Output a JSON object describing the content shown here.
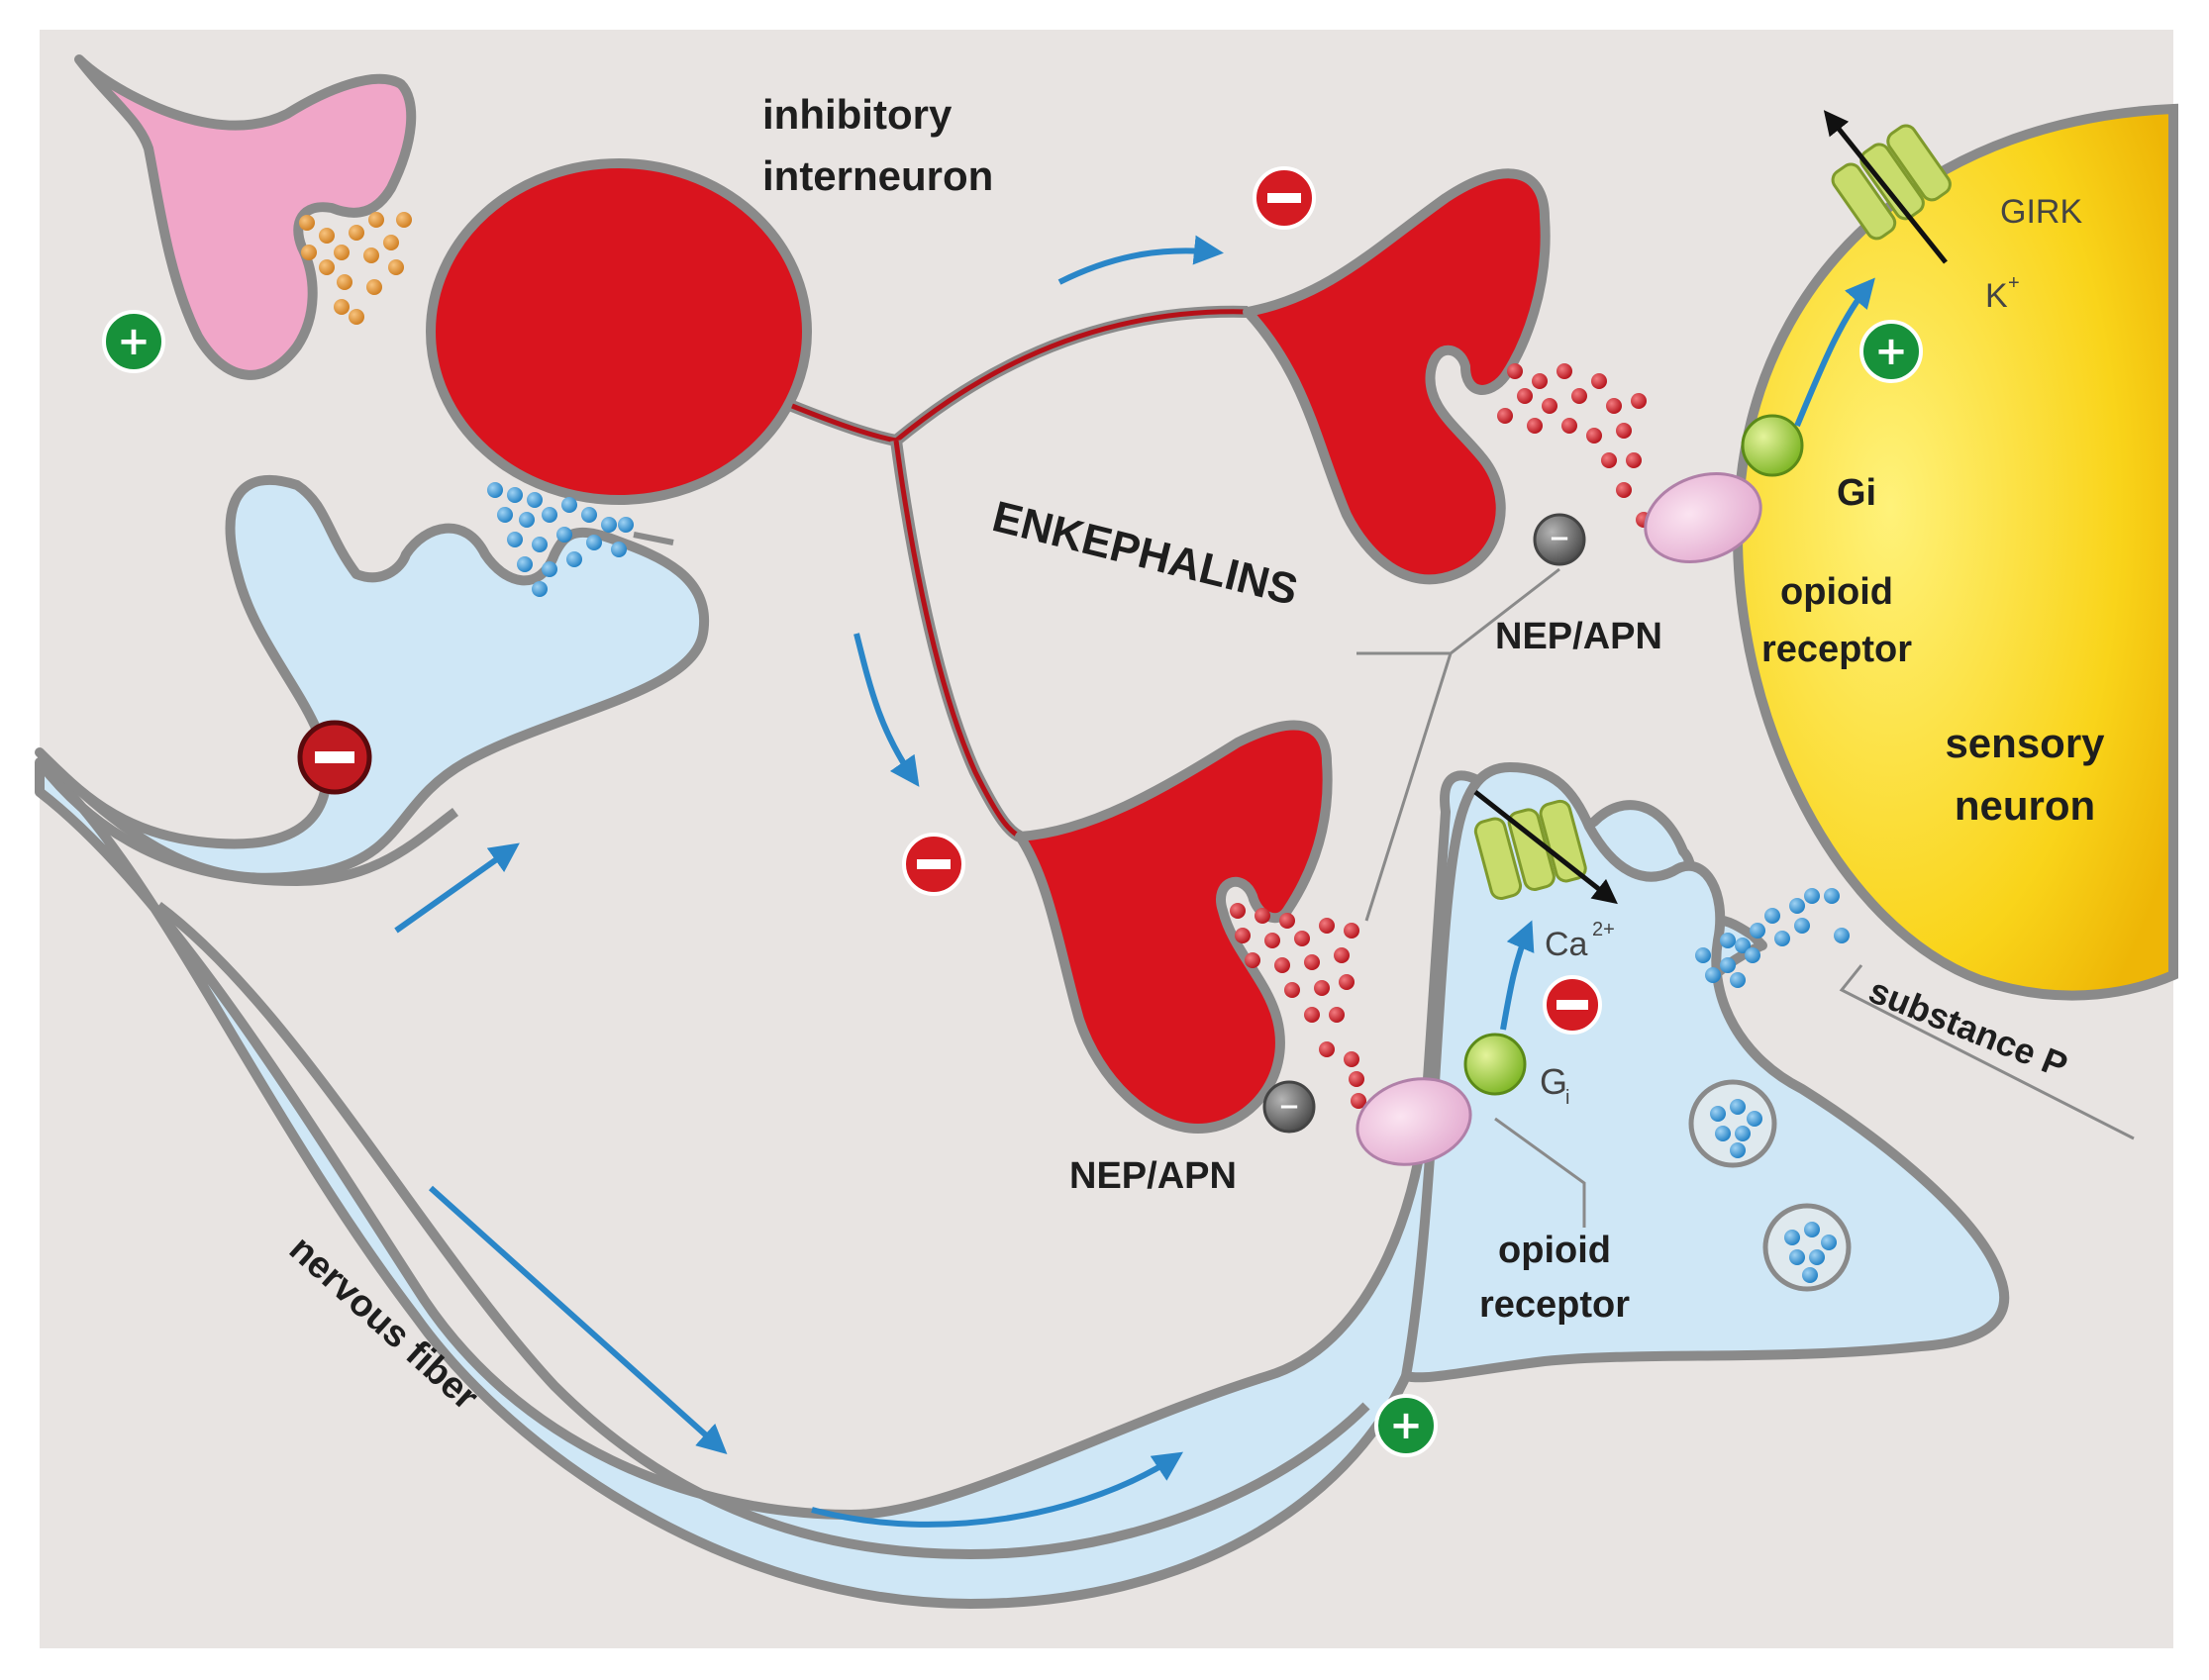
{
  "labels": {
    "inhibitory_line1": "inhibitory",
    "inhibitory_line2": "interneuron",
    "enkephalins": "ENKEPHALINS",
    "nep_apn_top": "NEP/APN",
    "nep_apn_bottom": "NEP/APN",
    "opioid_receptor_top_1": "opioid",
    "opioid_receptor_top_2": "receptor",
    "opioid_receptor_bottom_1": "opioid",
    "opioid_receptor_bottom_2": "receptor",
    "gi_top": "Gi",
    "gi_bottom": "G",
    "gi_bottom_sub": "i",
    "girk": "GIRK",
    "k_ion": "K",
    "k_ion_sup": "+",
    "ca_ion": "Ca",
    "ca_ion_sup": "2+",
    "sensory_line1": "sensory",
    "sensory_line2": "neuron",
    "substance_p": "substance P",
    "nervous_fiber": "nervous fiber"
  },
  "signs": {
    "plus": "+",
    "minus": "−"
  },
  "colors": {
    "background": "#e8e4e2",
    "membrane": "#8a8a8a",
    "interneuron_red": "#d9141e",
    "pink_terminal": "#f0a6c8",
    "blue_terminal": "#cfe7f6",
    "sensory_yellow": "#fbd51c",
    "plus_green": "#17913a",
    "minus_red": "#d41b22",
    "arrow_blue": "#2a86c8",
    "vesicle_blue": "#2f8fd0",
    "vesicle_red": "#c8161e",
    "vesicle_orange": "#e0902c",
    "receptor_pink": "#f2c6e0",
    "g_protein_green": "#98cc2c",
    "channel_green": "#c8dc6c",
    "nep_grey": "#6e6e6e"
  },
  "icons": {
    "plus_sign": "plus-circle-icon",
    "minus_sign": "minus-circle-icon",
    "ion_channel": "ion-channel-icon",
    "opioid_receptor": "opioid-receptor-icon",
    "g_protein": "g-protein-icon",
    "peptidase": "nep-apn-enzyme-icon"
  }
}
